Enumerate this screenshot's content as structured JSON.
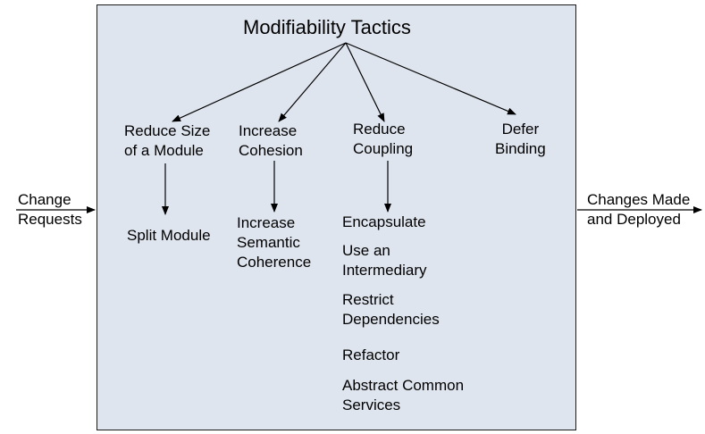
{
  "title": "Modifiability Tactics",
  "input": {
    "line1": "Change",
    "line2": "Requests"
  },
  "output": {
    "line1": "Changes Made",
    "line2": "and Deployed"
  },
  "categories": [
    {
      "line1": "Reduce Size",
      "line2": "of a Module",
      "tactics": [
        "Split Module"
      ]
    },
    {
      "line1": "Increase",
      "line2": "Cohesion",
      "tactics": [
        "Increase Semantic Coherence"
      ]
    },
    {
      "line1": "Reduce",
      "line2": "Coupling",
      "tactics": [
        "Encapsulate",
        "Use an Intermediary",
        "Restrict Dependencies",
        "Refactor",
        "Abstract Common Services"
      ]
    },
    {
      "line1": "Defer",
      "line2": "Binding",
      "tactics": []
    }
  ],
  "tactic_lines": {
    "increase_semantic_coherence": [
      "Increase",
      "Semantic",
      "Coherence"
    ],
    "use_an_intermediary": [
      "Use an",
      "Intermediary"
    ],
    "restrict_dependencies": [
      "Restrict",
      "Dependencies"
    ],
    "abstract_common_services": [
      "Abstract Common",
      "Services"
    ]
  },
  "colors": {
    "box_fill": "#dfe5ef",
    "line": "#000000"
  }
}
